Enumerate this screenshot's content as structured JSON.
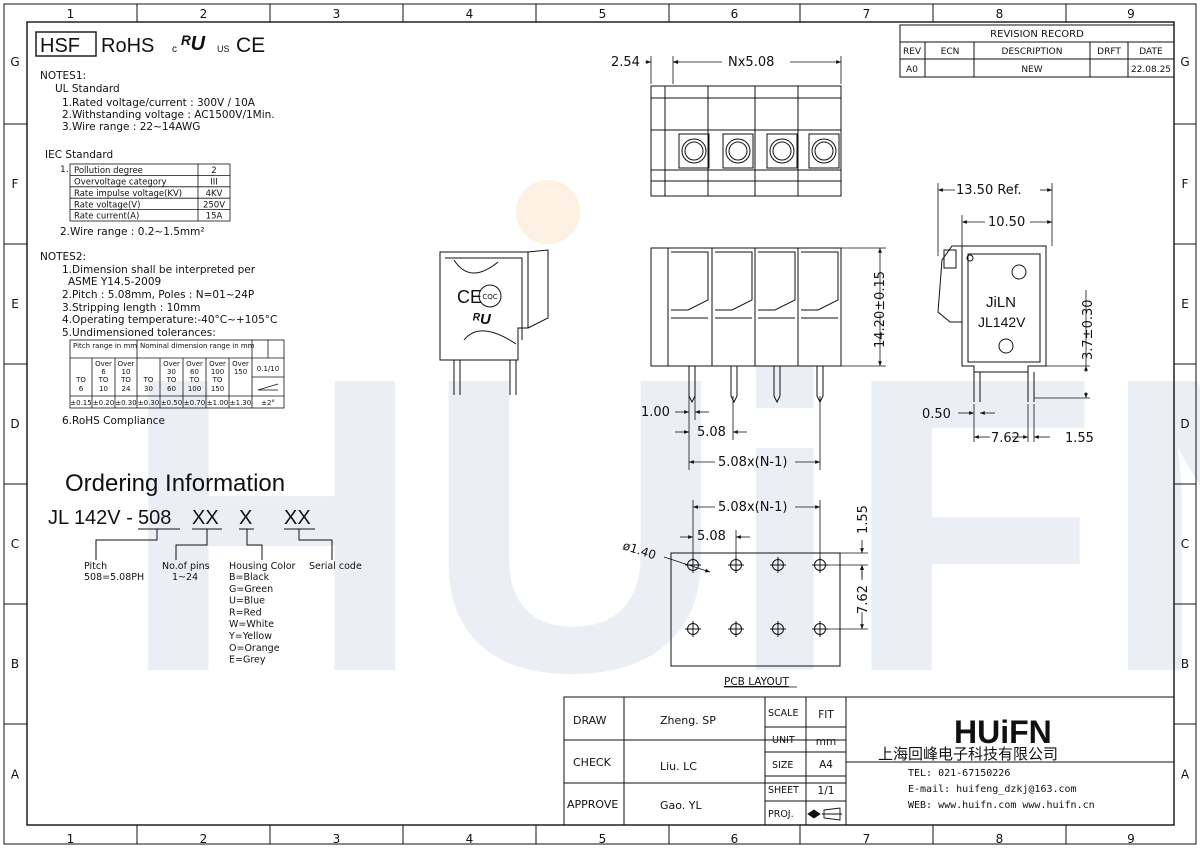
{
  "frame": {
    "cols": [
      "1",
      "2",
      "3",
      "4",
      "5",
      "6",
      "7",
      "8",
      "9"
    ],
    "rows": [
      "G",
      "F",
      "E",
      "D",
      "C",
      "B",
      "A"
    ]
  },
  "certs": {
    "hsf": "HSF",
    "rohs": "RoHS",
    "ul_c": "c",
    "ul_us": "US",
    "ul_mark": "ᴿU",
    "ce": "CE"
  },
  "revision": {
    "title": "REVISION RECORD",
    "headers": [
      "REV",
      "ECN",
      "DESCRIPTION",
      "DRFT",
      "DATE"
    ],
    "row": [
      "A0",
      "",
      "NEW",
      "",
      "22.08.25"
    ]
  },
  "notes1": {
    "heading": "NOTES1:",
    "ul_title": "UL Standard",
    "ul_items": [
      "1.Rated voltage/current : 300V / 10A",
      "2.Withstanding voltage : AC1500V/1Min.",
      "3.Wire range : 22~14AWG"
    ],
    "iec_title": "IEC Standard",
    "iec_num": "1.",
    "iec_table": [
      [
        "Pollution degree",
        "2"
      ],
      [
        "Overvoltage category",
        "III"
      ],
      [
        "Rate impulse voltage(KV)",
        "4KV"
      ],
      [
        "Rate voltage(V)",
        "250V"
      ],
      [
        "Rate current(A)",
        "15A"
      ]
    ],
    "iec_wire": "2.Wire range : 0.2~1.5mm²"
  },
  "notes2": {
    "heading": "NOTES2:",
    "items": [
      "1.Dimension shall be interpreted per",
      "ASME Y14.5-2009",
      "2.Pitch : 5.08mm, Poles : N=01~24P",
      "3.Stripping length : 10mm",
      "4.Operating temperature:-40°C~+105°C",
      "5.Undimensioned tolerances:"
    ],
    "tol_h1": "Pitch range in mm",
    "tol_h2": "Nominal dimension range in mm",
    "tol_over": [
      "Over",
      "Over",
      "Over",
      "Over",
      "Over",
      "Over"
    ],
    "tol_from": [
      "6",
      "10",
      "30",
      "60",
      "100",
      "150"
    ],
    "tol_to_word": [
      "TO",
      "TO",
      "TO",
      "TO",
      "TO",
      "TO",
      "TO"
    ],
    "tol_to": [
      "6",
      "10",
      "24",
      "30",
      "60",
      "100",
      "150"
    ],
    "tol_vals": [
      "±0.15",
      "±0.20",
      "±0.30",
      "±0.30",
      "±0.50",
      "±0.70",
      "±1.00",
      "±1.30"
    ],
    "tol_geo": "0.1/10",
    "tol_angle": "±2°",
    "rohs": "6.RoHS Compliance"
  },
  "ordering": {
    "title": "Ordering Information",
    "code_prefix": "JL 142V -",
    "code_parts": [
      "508",
      "XX",
      "X",
      "XX"
    ],
    "pitch_label": "Pitch",
    "pitch_value": "508=5.08PH",
    "pins_label": "No.of pins",
    "pins_value": "1~24",
    "color_label": "Housing Color",
    "colors": [
      "B=Black",
      "G=Green",
      "U=Blue",
      "R=Red",
      "W=White",
      "Y=Yellow",
      "O=Orange",
      "E=Grey"
    ],
    "serial_label": "Serial code"
  },
  "dims": {
    "top_254": "2.54",
    "top_n508": "Nx5.08",
    "front_height": "14.20±0.15",
    "front_100": "1.00",
    "front_508": "5.08",
    "front_508n": "5.08x(N-1)",
    "side_1350": "13.50 Ref.",
    "side_1050": "10.50",
    "side_370": "3.7±0.30",
    "side_050": "0.50",
    "side_762": "7.62",
    "side_155": "1.55",
    "side_logo": "JiLN",
    "side_model": "JL142V",
    "pcb_508n": "5.08x(N-1)",
    "pcb_508": "5.08",
    "pcb_dia": "ø1.40",
    "pcb_155": "1.55",
    "pcb_762": "7.62",
    "pcb_title": "PCB LAYOUT",
    "ce_mark": "CE",
    "cqc": "CQC"
  },
  "titleblock": {
    "draw": "DRAW",
    "draw_name": "Zheng. SP",
    "check": "CHECK",
    "check_name": "Liu. LC",
    "approve": "APPROVE",
    "approve_name": "Gao. YL",
    "scale": "SCALE",
    "scale_val": "FIT",
    "unit": "UNIT",
    "unit_val": "mm",
    "size": "SIZE",
    "size_val": "A4",
    "sheet": "SHEET",
    "sheet_val": "1/1",
    "proj": "PROJ.",
    "logo": "HUiFN",
    "company": "上海回峰电子科技有限公司",
    "tel": "TEL: 021-67150226",
    "email": "E-mail: huifeng_dzkj@163.com",
    "web": "WEB: www.huifn.com  www.huifn.cn"
  },
  "watermark": "HUiFN"
}
